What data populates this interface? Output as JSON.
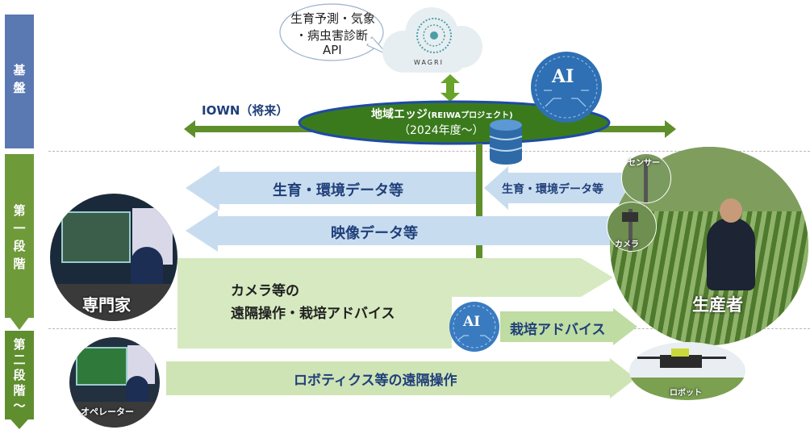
{
  "bands": [
    {
      "label": "基\n盤",
      "color": "#5a78b2"
    },
    {
      "label": "第\n一\n段\n階",
      "color": "#6f9a3a"
    },
    {
      "label": "第\n二\n段\n階\n〜",
      "color": "#5f8e2f"
    }
  ],
  "cloud": {
    "line1": "生育予測・気象",
    "line2": "・病虫害診断",
    "line3": "API",
    "logo": "WAGRI"
  },
  "ai_badges": {
    "label": "AI"
  },
  "edge": {
    "title": "地域エッジ",
    "project": "(REIWAプロジェクト)",
    "year": "（2024年度〜）"
  },
  "iown": {
    "label": "IOWN（将来）"
  },
  "arrows": {
    "growth_data_big": "生育・環境データ等",
    "growth_data_small": "生育・環境データ等",
    "video_data": "映像データ等",
    "remote_line1": "カメラ等の",
    "remote_line2": "遠隔操作・栽培アドバイス",
    "advice": "栽培アドバイス",
    "robotics": "ロボティクス等の遠隔操作"
  },
  "photos": {
    "expert": "専門家",
    "producer": "生産者",
    "operator": "オペレーター",
    "sensor": "センサー",
    "camera": "カメラ",
    "robot": "ロボット"
  },
  "colors": {
    "green_dark": "#5e8f2a",
    "green_light": "#cfe4b5",
    "blue_light": "#c8dcef",
    "navy": "#1f3f7a"
  }
}
